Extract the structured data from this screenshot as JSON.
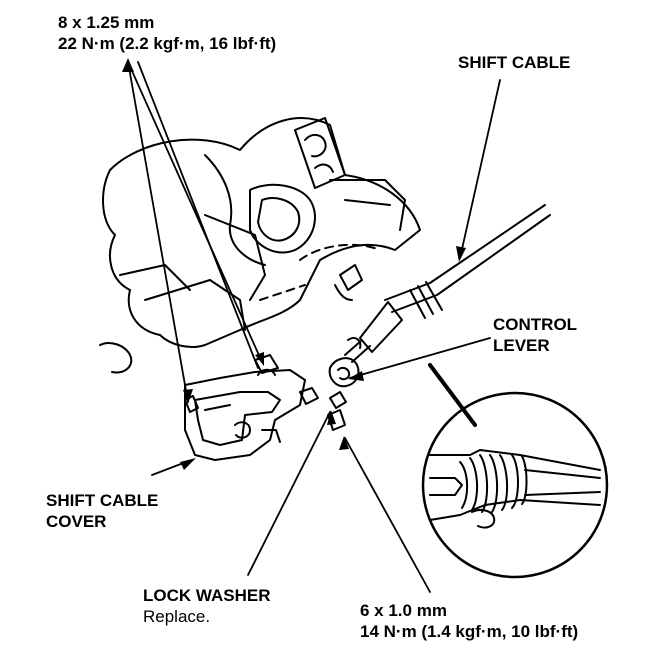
{
  "labels": {
    "top_bolt_size": "8 x 1.25 mm",
    "top_bolt_torque": "22 N·m (2.2 kgf·m, 16 lbf·ft)",
    "shift_cable": "SHIFT CABLE",
    "control_lever_line1": "CONTROL",
    "control_lever_line2": "LEVER",
    "cover_line1": "SHIFT CABLE",
    "cover_line2": "COVER",
    "lock_washer": "LOCK WASHER",
    "lock_washer_note": "Replace.",
    "bottom_bolt_size": "6 x 1.0 mm",
    "bottom_bolt_torque": "14 N·m (1.4 kgf·m, 10 lbf·ft)"
  },
  "colors": {
    "ink": "#000000",
    "paper": "#ffffff"
  }
}
